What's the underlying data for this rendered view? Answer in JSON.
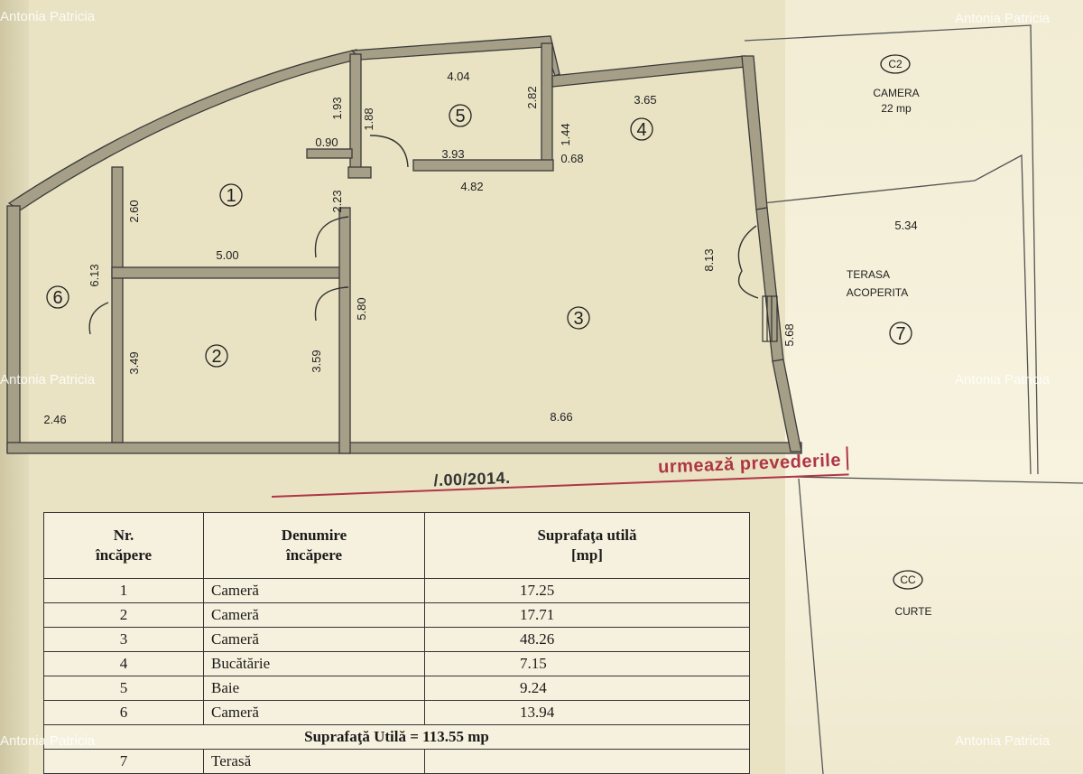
{
  "watermark": "Antonia Patricia",
  "plan": {
    "rooms": [
      {
        "id": "1",
        "name": ""
      },
      {
        "id": "2",
        "name": ""
      },
      {
        "id": "3",
        "name": ""
      },
      {
        "id": "4",
        "name": ""
      },
      {
        "id": "5",
        "name": ""
      },
      {
        "id": "6",
        "name": ""
      },
      {
        "id": "7",
        "name": "TERASA ACOPERITA"
      }
    ],
    "dimensions": {
      "d193": "1.93",
      "d188": "1.88",
      "d090": "0.90",
      "d404": "4.04",
      "d282": "2.82",
      "d393": "3.93",
      "d144": "1.44",
      "d068": "0.68",
      "d365": "3.65",
      "d482": "4.82",
      "d260": "2.60",
      "d223": "2.23",
      "d500": "5.00",
      "d613": "6.13",
      "d580": "5.80",
      "d349": "3.49",
      "d359": "3.59",
      "d813": "8.13",
      "d534": "5.34",
      "d568": "5.68",
      "d246": "2.46",
      "d866": "8.66"
    },
    "terasa_line1": "TERASA",
    "terasa_line2": "ACOPERITA",
    "c2_label": "C2",
    "camera_label": "CAMERA",
    "camera_area": "22 mp",
    "cc_label": "CC",
    "curte_label": "CURTE"
  },
  "stamp": {
    "date": "/.00/2014.",
    "text": "urmează prevederile"
  },
  "table": {
    "headers": [
      "Nr.\nîncăpere",
      "Denumire\nîncăpere",
      "Suprafaţa utilă\n[mp]"
    ],
    "rows": [
      {
        "nr": "1",
        "name": "Cameră",
        "area": "17.25"
      },
      {
        "nr": "2",
        "name": "Cameră",
        "area": "17.71"
      },
      {
        "nr": "3",
        "name": "Cameră",
        "area": "48.26"
      },
      {
        "nr": "4",
        "name": "Bucătărie",
        "area": "7.15"
      },
      {
        "nr": "5",
        "name": "Baie",
        "area": "9.24"
      },
      {
        "nr": "6",
        "name": "Cameră",
        "area": "13.94"
      }
    ],
    "total": "Suprafaţă Utilă = 113.55 mp",
    "extra_row": {
      "nr": "7",
      "name": "Terasă",
      "area": ""
    }
  }
}
